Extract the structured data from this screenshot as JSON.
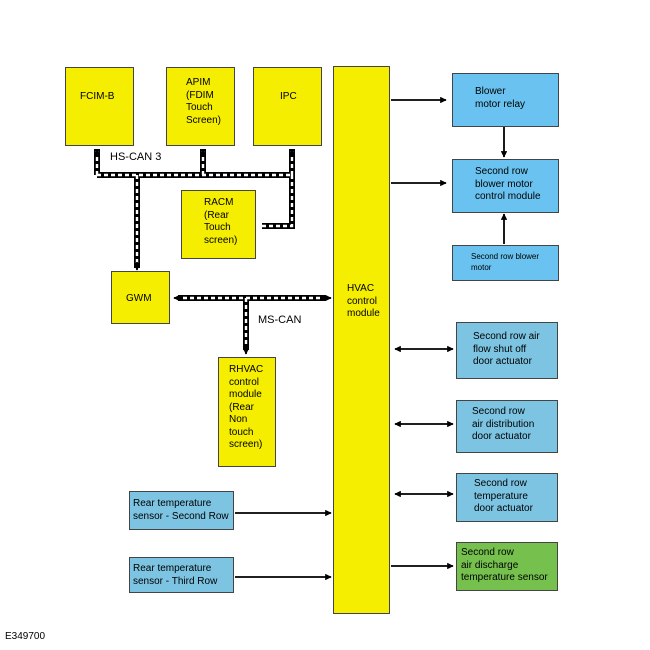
{
  "modules": {
    "fcim": "FCIM-B",
    "apim": "APIM\n(FDIM\nTouch\nScreen)",
    "ipc": "IPC",
    "racm": "RACM\n(Rear\nTouch\nscreen)",
    "gwm": "GWM",
    "rhvac": "RHVAC\ncontrol\nmodule\n(Rear\nNon\ntouch\nscreen)",
    "hvac": "HVAC\ncontrol\nmodule",
    "blower_relay": "Blower\nmotor relay",
    "second_row_blower_cm": "Second row\nblower motor\ncontrol module",
    "second_row_blower_motor": "Second row blower\nmotor",
    "air_flow_door": "Second row air\nflow shut off\ndoor actuator",
    "air_dist_door": "Second row\nair distribution\ndoor actuator",
    "temp_door": "Second row\ntemperature\ndoor actuator",
    "air_discharge_sensor": "Second row\nair discharge\ntemperature sensor",
    "rear_temp_second": "Rear temperature\nsensor - Second Row",
    "rear_temp_third": "Rear temperature\nsensor - Third Row"
  },
  "bus_labels": {
    "hs_can": "HS-CAN 3",
    "ms_can": "MS-CAN"
  },
  "figure_code": "E349700",
  "colors": {
    "module_yellow": "#f5ee00",
    "actuator_blue": "#7cc4e2",
    "blower_blue": "#69c2f0",
    "sensor_green": "#76c04e"
  }
}
